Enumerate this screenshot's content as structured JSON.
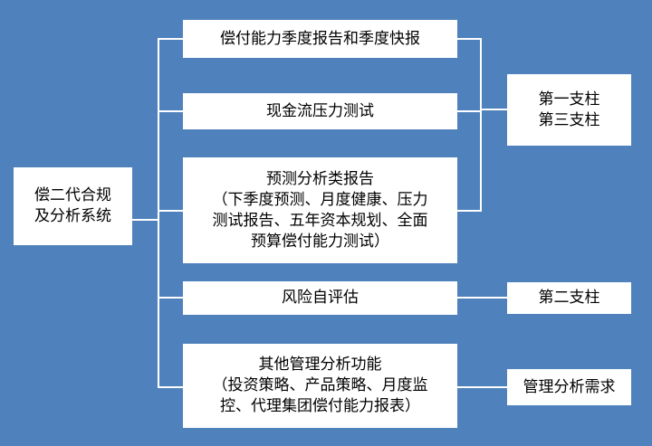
{
  "diagram": {
    "root": {
      "lines": [
        "偿二代合规",
        "及分析系统"
      ]
    },
    "reports": [
      {
        "lines": [
          "偿付能力季度报告和季度快报"
        ]
      },
      {
        "lines": [
          "现金流压力测试"
        ]
      },
      {
        "lines": [
          "预测分析类报告",
          "（下季度预测、月度健康、压力",
          "测试报告、五年资本规划、全面",
          "预算偿付能力测试）"
        ]
      },
      {
        "lines": [
          "风险自评估"
        ]
      },
      {
        "lines": [
          "其他管理分析功能",
          "（投资策略、产品策略、月度监",
          "控、代理集团偿付能力报表）"
        ]
      }
    ],
    "pillars": [
      {
        "lines": [
          "第一支柱",
          "第三支柱"
        ]
      },
      {
        "lines": [
          "第二支柱"
        ]
      },
      {
        "lines": [
          "管理分析需求"
        ]
      }
    ],
    "colors": {
      "background": "#4f81bd",
      "box": "#ffffff",
      "connector": "#ffffff",
      "text": "#000000"
    }
  }
}
